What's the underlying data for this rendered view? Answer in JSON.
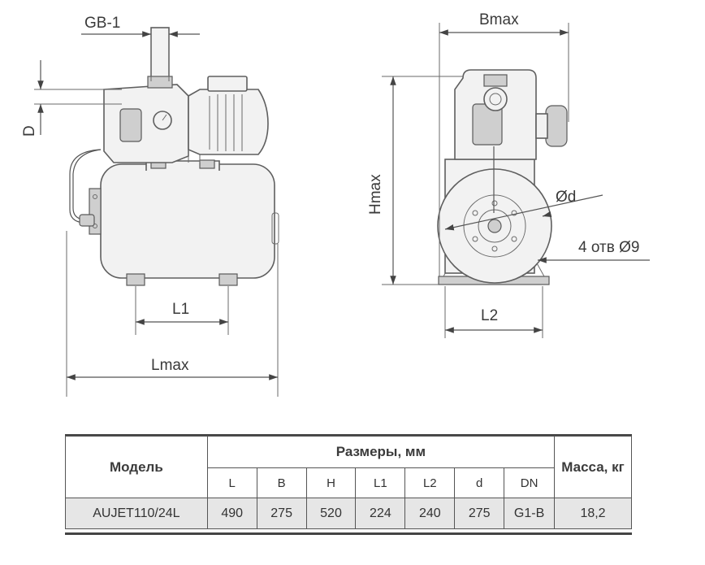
{
  "labels": {
    "gb1": "GB-1",
    "d_side": "D",
    "l1": "L1",
    "lmax": "Lmax",
    "bmax": "Bmax",
    "hmax": "Hmax",
    "od": "Ød",
    "holes": "4 отв Ø9",
    "l2": "L2"
  },
  "table": {
    "model_header": "Модель",
    "dims_header": "Размеры, мм",
    "mass_header": "Масса, кг",
    "columns": [
      "L",
      "B",
      "H",
      "L1",
      "L2",
      "d",
      "DN"
    ],
    "row": {
      "model": "AUJET110/24L",
      "values": [
        "490",
        "275",
        "520",
        "224",
        "240",
        "275",
        "G1-B"
      ],
      "mass": "18,2"
    }
  }
}
